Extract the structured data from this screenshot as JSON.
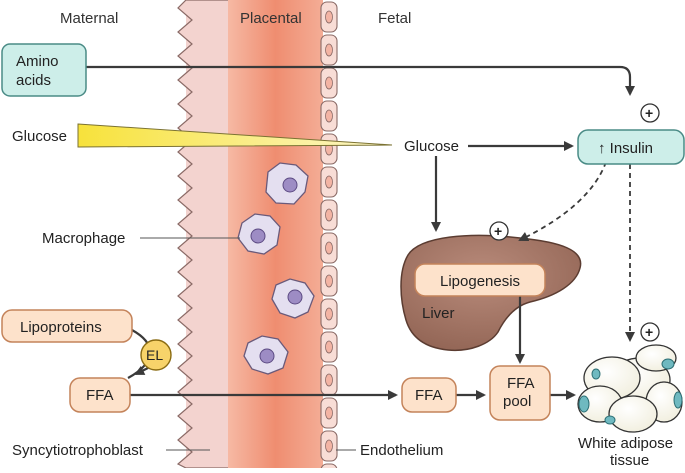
{
  "regions": {
    "maternal": "Maternal",
    "placental": "Placental",
    "fetal": "Fetal"
  },
  "labels": {
    "amino_acids": [
      "Amino",
      "acids"
    ],
    "glucose_maternal": "Glucose",
    "glucose_fetal": "Glucose",
    "insulin": "↑ Insulin",
    "macrophage": "Macrophage",
    "lipogenesis": "Lipogenesis",
    "liver": "Liver",
    "lipoproteins": "Lipoproteins",
    "el": "EL",
    "ffa_maternal": "FFA",
    "ffa_fetal": "FFA",
    "ffa_pool": [
      "FFA",
      "pool"
    ],
    "syncytiotrophoblast": "Syncytiotrophoblast",
    "endothelium": "Endothelium",
    "white_adipose": [
      "White adipose",
      "tissue"
    ],
    "plus": "+"
  },
  "colors": {
    "box_fill": "#cdeee9",
    "box_stroke": "#4a8b86",
    "peach_fill": "#fde2cb",
    "peach_stroke": "#c4835a",
    "placenta_band": "#f08f73",
    "placenta_light": "#f3d0cc",
    "liver": "#a47565",
    "el_fill": "#f7d36a",
    "arrow": "#3a3a3a",
    "macrophage": "#e4dff0",
    "nucleus": "#9d8cc4"
  }
}
